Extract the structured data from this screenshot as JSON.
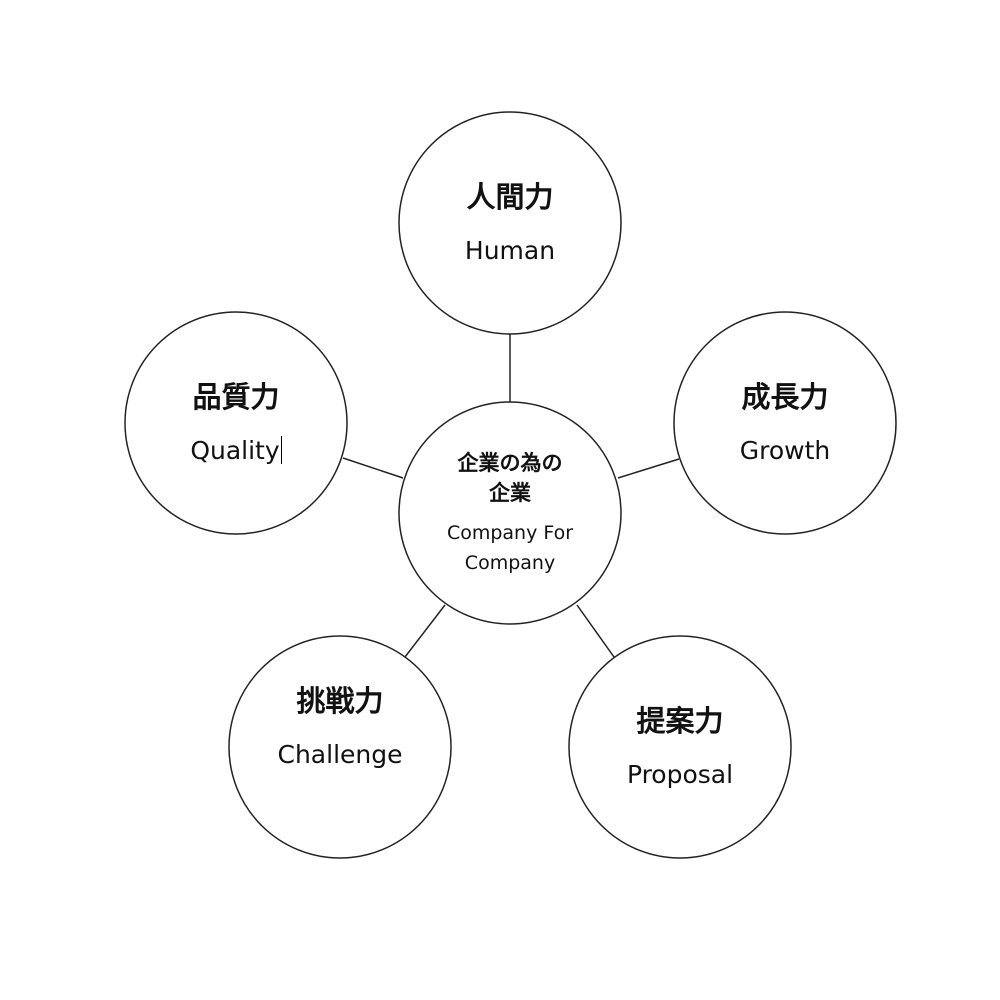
{
  "center": {
    "jp": "企業の為の企業",
    "jp_line1": "企業の為の",
    "jp_line2": "企業",
    "en_line1": "Company For",
    "en_line2": "Company"
  },
  "nodes": [
    {
      "id": "human",
      "jp": "人間力",
      "en": "Human"
    },
    {
      "id": "growth",
      "jp": "成長力",
      "en": "Growth"
    },
    {
      "id": "quality",
      "jp": "品質力",
      "en": "Quality"
    },
    {
      "id": "challenge",
      "jp": "挑戦力",
      "en": "Challenge"
    },
    {
      "id": "proposal",
      "jp": "提案力",
      "en": "Proposal"
    }
  ],
  "colors": {
    "stroke": "#222222",
    "text": "#111111",
    "background": "#ffffff"
  }
}
